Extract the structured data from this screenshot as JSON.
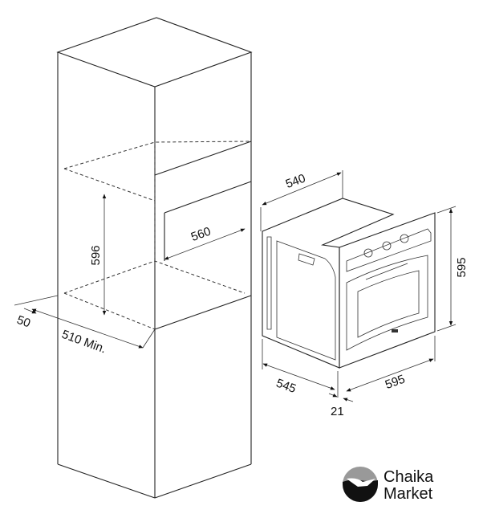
{
  "cabinet": {
    "niche_height": "596",
    "niche_depth": "560",
    "rear_gap": "50",
    "min_depth": "510 Min."
  },
  "oven": {
    "depth": "540",
    "height": "595",
    "side_depth": "545",
    "width": "595",
    "front_thickness": "21"
  },
  "logo": {
    "line1": "Chaika",
    "line2": "Market"
  }
}
